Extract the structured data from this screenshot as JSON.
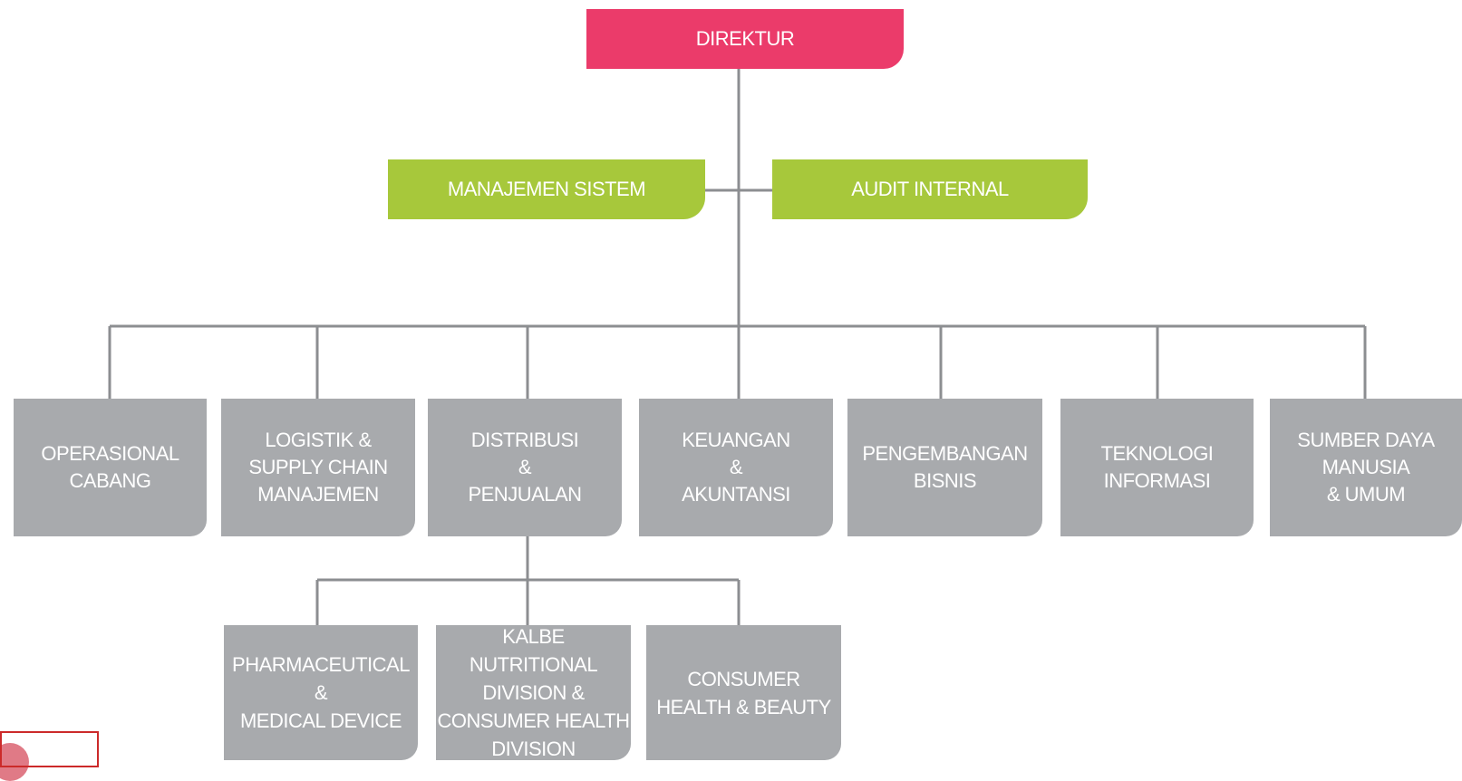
{
  "org_chart": {
    "top": "DIREKTUR",
    "staff": {
      "left": "MANAJEMEN SISTEM",
      "right": "AUDIT INTERNAL"
    },
    "departments": [
      "OPERASIONAL\nCABANG",
      "LOGISTIK &\nSUPPLY CHAIN\nMANAJEMEN",
      "DISTRIBUSI\n&\nPENJUALAN",
      "KEUANGAN\n&\nAKUNTANSI",
      "PENGEMBANGAN\nBISNIS",
      "TEKNOLOGI\nINFORMASI",
      "SUMBER DAYA\nMANUSIA\n& UMUM"
    ],
    "sub_divisions": [
      "PHARMACEUTICAL\n&\nMEDICAL DEVICE",
      "KALBE NUTRITIONAL\nDIVISION &\nCONSUMER HEALTH\nDIVISION",
      "CONSUMER\nHEALTH & BEAUTY"
    ]
  },
  "colors": {
    "top": "#eb3b6a",
    "staff": "#a7c83b",
    "unit": "#a8aaad",
    "connector": "#8c8e91"
  }
}
